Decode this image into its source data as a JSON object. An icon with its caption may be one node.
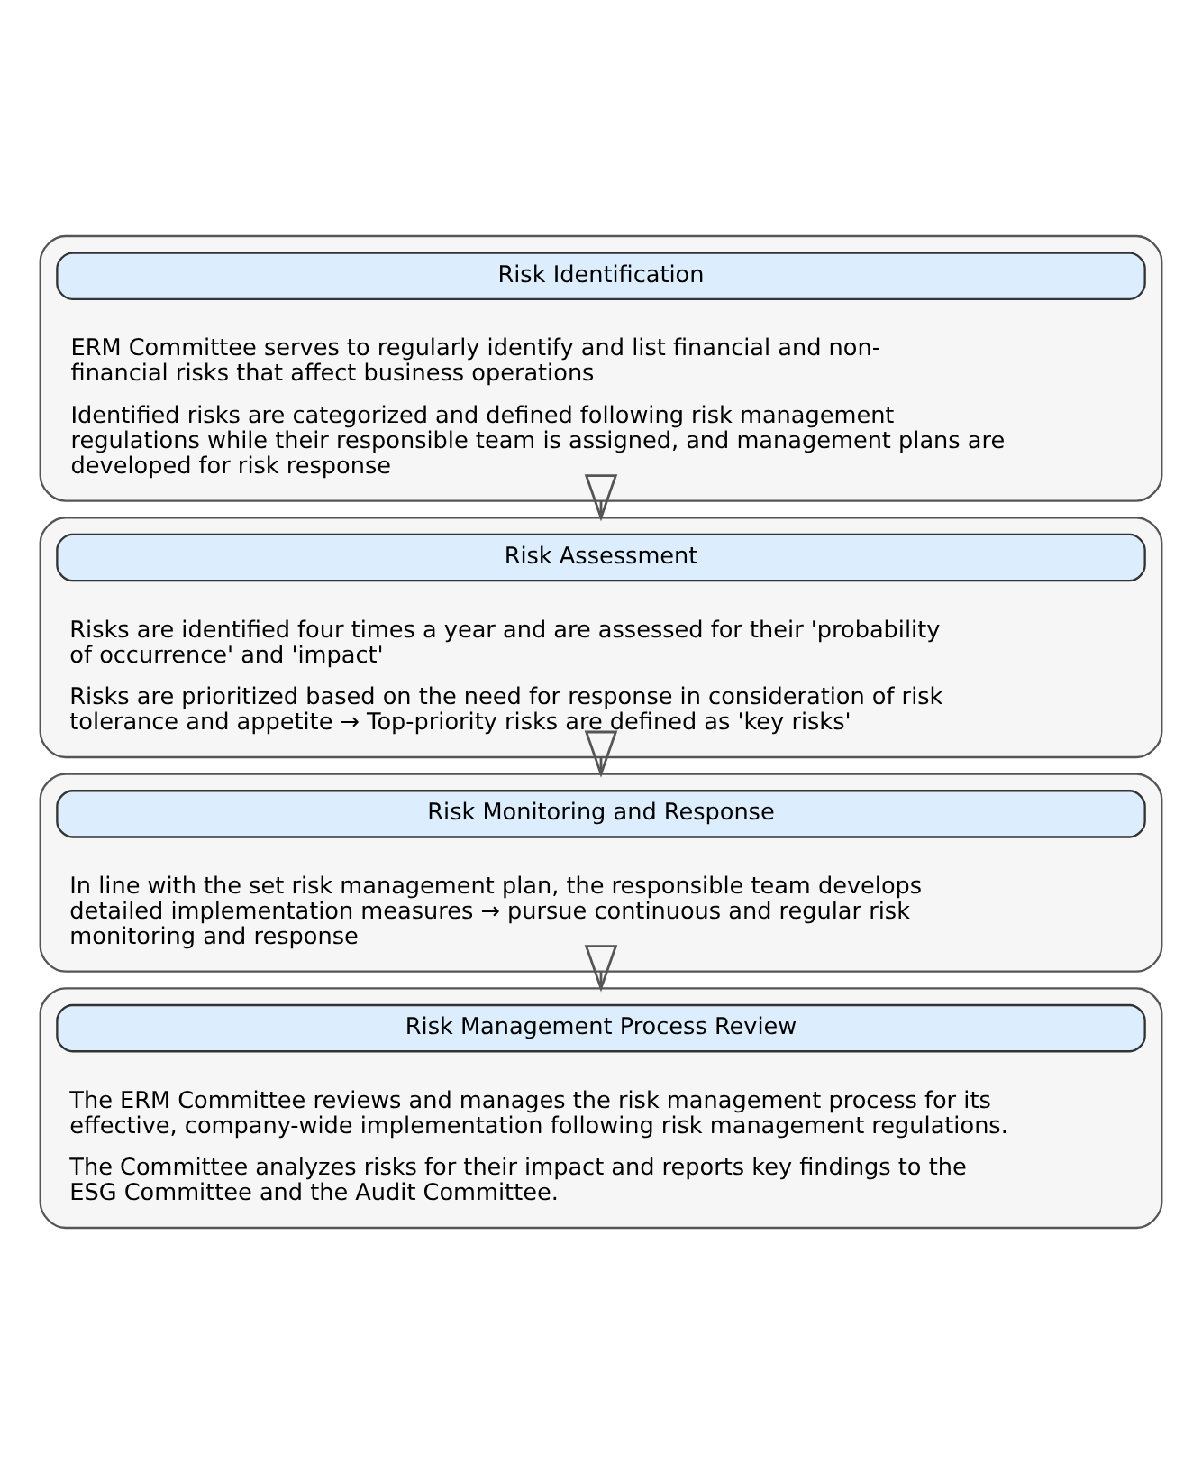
{
  "diagram": {
    "nodes": [
      {
        "text": [
          "ERM Committee serves to regularly identify and list financial and non-financial risks that affect business operations",
          "Identified risks are categorized and defined following risk management regulations while their responsible team is assigned, and management plans are developed for risk response"
        ]
      },
      {
        "text": [
          "Risk Identification"
        ],
        "in": 0
      },
      {
        "text": [
          "Risks are identified four times a year and are assessed for their 'probability of occurrence' and 'impact'",
          "Risks are prioritized based on the need for response in consideration of risk tolerance and appetite → Top-priority risks are defined as 'key risks'"
        ]
      },
      {
        "text": [
          "Risk Assessment"
        ],
        "in": 2
      },
      {
        "text": [
          "In line with the set risk management plan, the responsible team develops detailed implementation measures → pursue continuous and regular risk monitoring and response"
        ]
      },
      {
        "text": [
          "Risk Monitoring and Response"
        ],
        "in": 4
      },
      {
        "text": [
          "The ERM Committee reviews and manages the risk management process for its effective, company-wide implementation following risk management regulations.",
          "The Committee analyzes risks for their impact and reports key findings to the ESG Committee and the Audit Committee."
        ]
      },
      {
        "text": [
          "Risk Management Process Review"
        ],
        "in": 6
      }
    ],
    "edges": [
      {
        "from": 0,
        "to": 2,
        "arrow": "to"
      },
      {
        "from": 2,
        "to": 4,
        "arrow": "to"
      },
      {
        "from": 4,
        "to": 6,
        "arrow": "to"
      }
    ]
  }
}
